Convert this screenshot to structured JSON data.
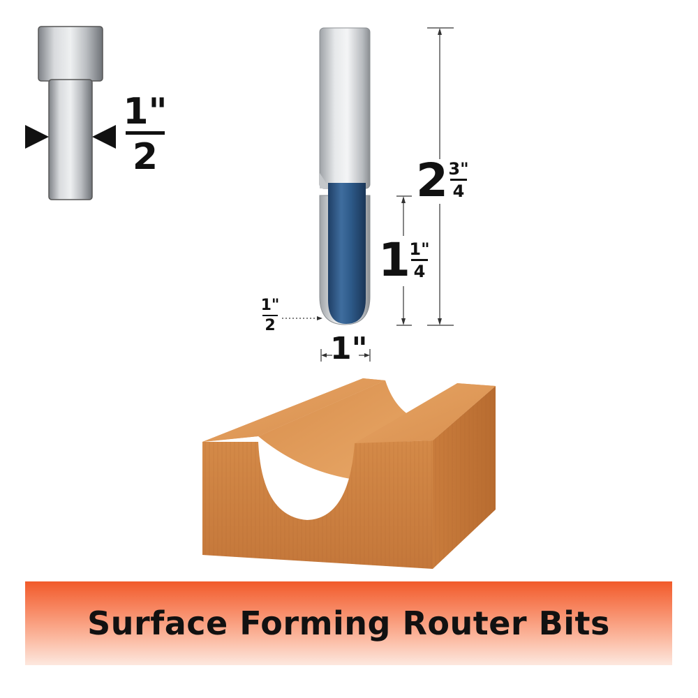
{
  "shank_callout": {
    "num": "1\"",
    "den": "2"
  },
  "overall_length": {
    "whole": "2",
    "num": "3\"",
    "den": "4"
  },
  "cutting_length": {
    "whole": "1",
    "num": "1\"",
    "den": "4"
  },
  "radius": {
    "num": "1\"",
    "den": "2"
  },
  "cutting_diameter": {
    "value": "1\""
  },
  "banner": {
    "title": "Surface Forming Router Bits"
  },
  "colors": {
    "banner": "#f15a2a",
    "bit_blue": "#2e5b8a",
    "shank_gray": "#c9cccf",
    "wood": "#d98a45"
  }
}
